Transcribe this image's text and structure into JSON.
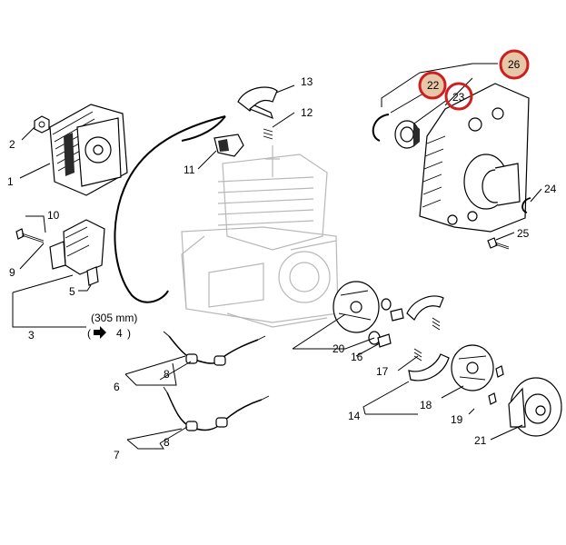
{
  "callouts": {
    "c1": "1",
    "c2": "2",
    "c3": "3",
    "c4": "4",
    "c5": "5",
    "c6": "6",
    "c7": "7",
    "c8": "8",
    "c9": "9",
    "c10": "10",
    "c11": "11",
    "c12": "12",
    "c13": "13",
    "c14": "14",
    "c16": "16",
    "c17": "17",
    "c18": "18",
    "c19": "19",
    "c20": "20",
    "c21": "21",
    "c22": "22",
    "c23": "23",
    "c24": "24",
    "c25": "25",
    "c26": "26"
  },
  "notes": {
    "length": "(305 mm)",
    "paren_open": "(",
    "paren_close": ")"
  },
  "colors": {
    "highlight_ring": "#cc1f1f",
    "highlight_fill": "#e8c7a8"
  },
  "icons": {
    "reference_arrow": "arrow-right-icon"
  }
}
